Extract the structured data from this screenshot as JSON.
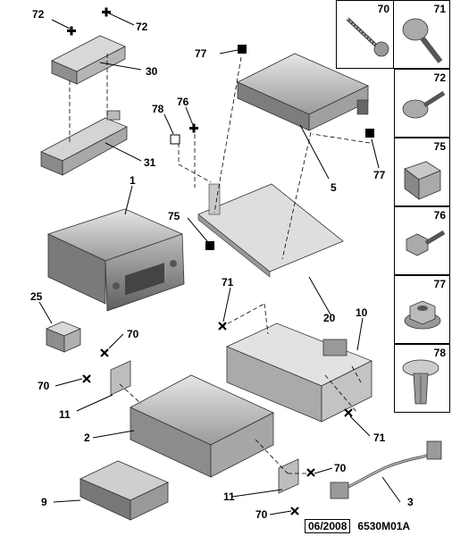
{
  "diagram": {
    "callouts": {
      "c72a": "72",
      "c72b": "72",
      "c30": "30",
      "c31": "31",
      "c1": "1",
      "c25": "25",
      "c77a": "77",
      "c76": "76",
      "c78": "78",
      "c75": "75",
      "c5": "5",
      "c77b": "77",
      "c20": "20",
      "c71a": "71",
      "c10": "10",
      "c70a": "70",
      "c70b": "70",
      "c11a": "11",
      "c2": "2",
      "c71b": "71",
      "c9": "9",
      "c11b": "11",
      "c70c": "70",
      "c70d": "70",
      "c3": "3"
    },
    "side_panel": {
      "top_row": [
        "70",
        "71"
      ],
      "items": [
        "72",
        "75",
        "76",
        "77",
        "78"
      ]
    },
    "reference": {
      "date": "06/2008",
      "code": "6530M01A"
    }
  }
}
